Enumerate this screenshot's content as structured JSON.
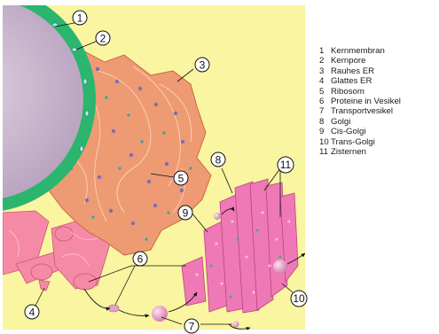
{
  "colors": {
    "background": "#f9f5a0",
    "membrane": "#2bb56f",
    "nucleoplasm": "#c8b4cc",
    "rough_er": "#ee9b73",
    "smooth_er": "#f58aa6",
    "golgi": "#ef79b6",
    "vesicle": "#e6a0c8",
    "ribosome": "#7b6fb5",
    "protein_dot": "#4aa890"
  },
  "callouts": [
    {
      "number": "1"
    },
    {
      "number": "2"
    },
    {
      "number": "3"
    },
    {
      "number": "4"
    },
    {
      "number": "5"
    },
    {
      "number": "6"
    },
    {
      "number": "7"
    },
    {
      "number": "8"
    },
    {
      "number": "9"
    },
    {
      "number": "10"
    },
    {
      "number": "11"
    }
  ],
  "legend": [
    {
      "number": "1",
      "label": "Kernmembran"
    },
    {
      "number": "2",
      "label": "Kernpore"
    },
    {
      "number": "3",
      "label": "Rauhes ER"
    },
    {
      "number": "4",
      "label": "Glattes ER"
    },
    {
      "number": "5",
      "label": "Ribosom"
    },
    {
      "number": "6",
      "label": "Proteine in Vesikel"
    },
    {
      "number": "7",
      "label": "Transportvesikel"
    },
    {
      "number": "8",
      "label": "Golgi"
    },
    {
      "number": "9",
      "label": "Cis-Golgi"
    },
    {
      "number": "10",
      "label": "Trans-Golgi"
    },
    {
      "number": "11",
      "label": "Zisternen"
    }
  ]
}
